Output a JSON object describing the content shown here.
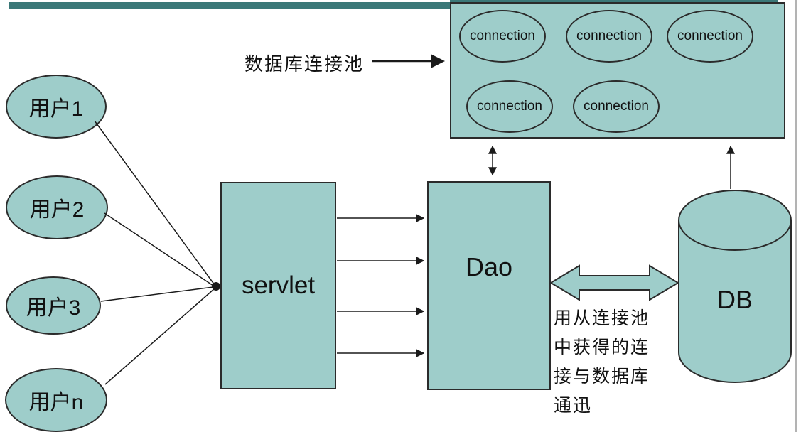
{
  "colors": {
    "shape-fill": "#9ecdca",
    "shape-border": "#2b2b2b",
    "accent-bar": "#3b7878",
    "line": "#1a1a1a",
    "edge-line": "#b3b3b3",
    "text": "#111111"
  },
  "users": [
    {
      "label": "用户1"
    },
    {
      "label": "用户2"
    },
    {
      "label": "用户3"
    },
    {
      "label": "用户n"
    }
  ],
  "servlet": {
    "label": "servlet"
  },
  "dao": {
    "label": "Dao"
  },
  "db": {
    "label": "DB"
  },
  "pool": {
    "label": "数据库连接池",
    "connections": [
      "connection",
      "connection",
      "connection",
      "connection",
      "connection"
    ]
  },
  "annotation": {
    "lines": [
      "用从连接池",
      "中获得的连",
      "接与数据库",
      "通迅"
    ]
  }
}
